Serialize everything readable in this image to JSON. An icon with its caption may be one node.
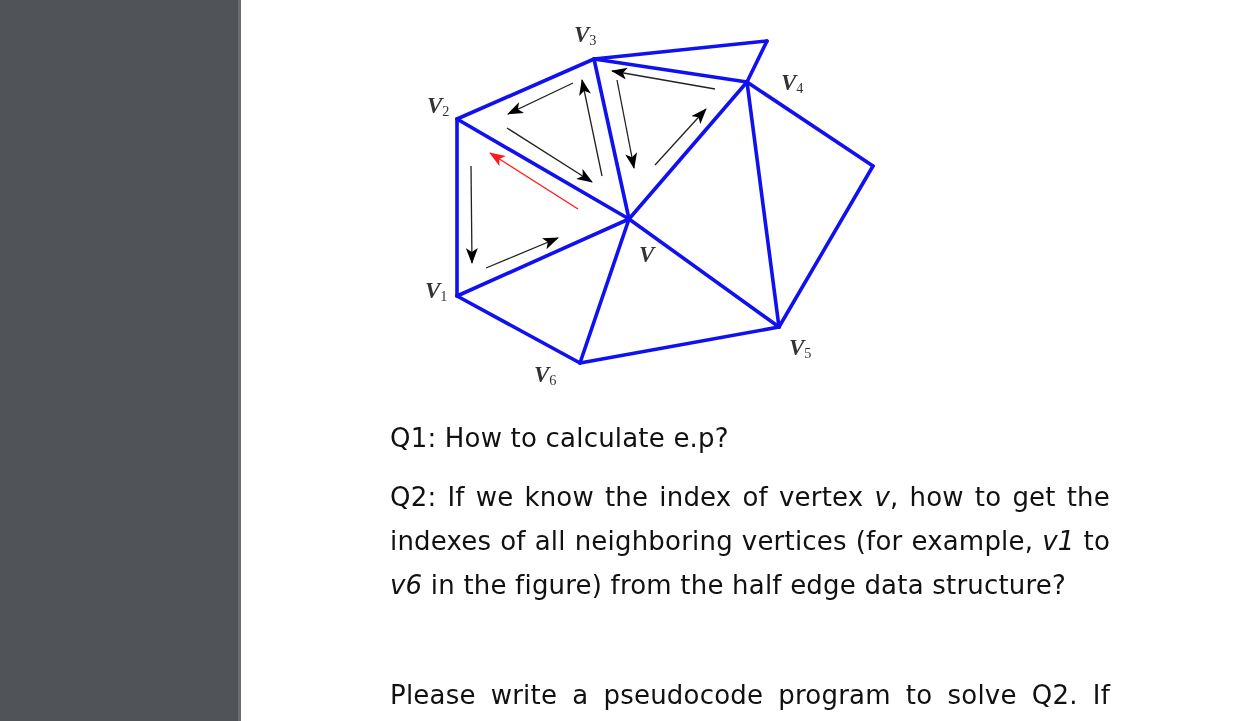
{
  "diagram": {
    "labels": [
      "V$_{3}$",
      "V$_{4}$",
      "V$_{2}$",
      "V",
      "V$_{1}$",
      "V$_{5}$",
      "V$_{6}$",
      "Q1: How to calculate e.p?",
      "Q2: If we know the index of vertex *v*, how to get the indexes of all neighboring vertices (for example, *v1* to *v6* in the figure) from the half edge data structure?",
      "Please write a pseudocode program to solve Q2. If"
    ]
  }
}
